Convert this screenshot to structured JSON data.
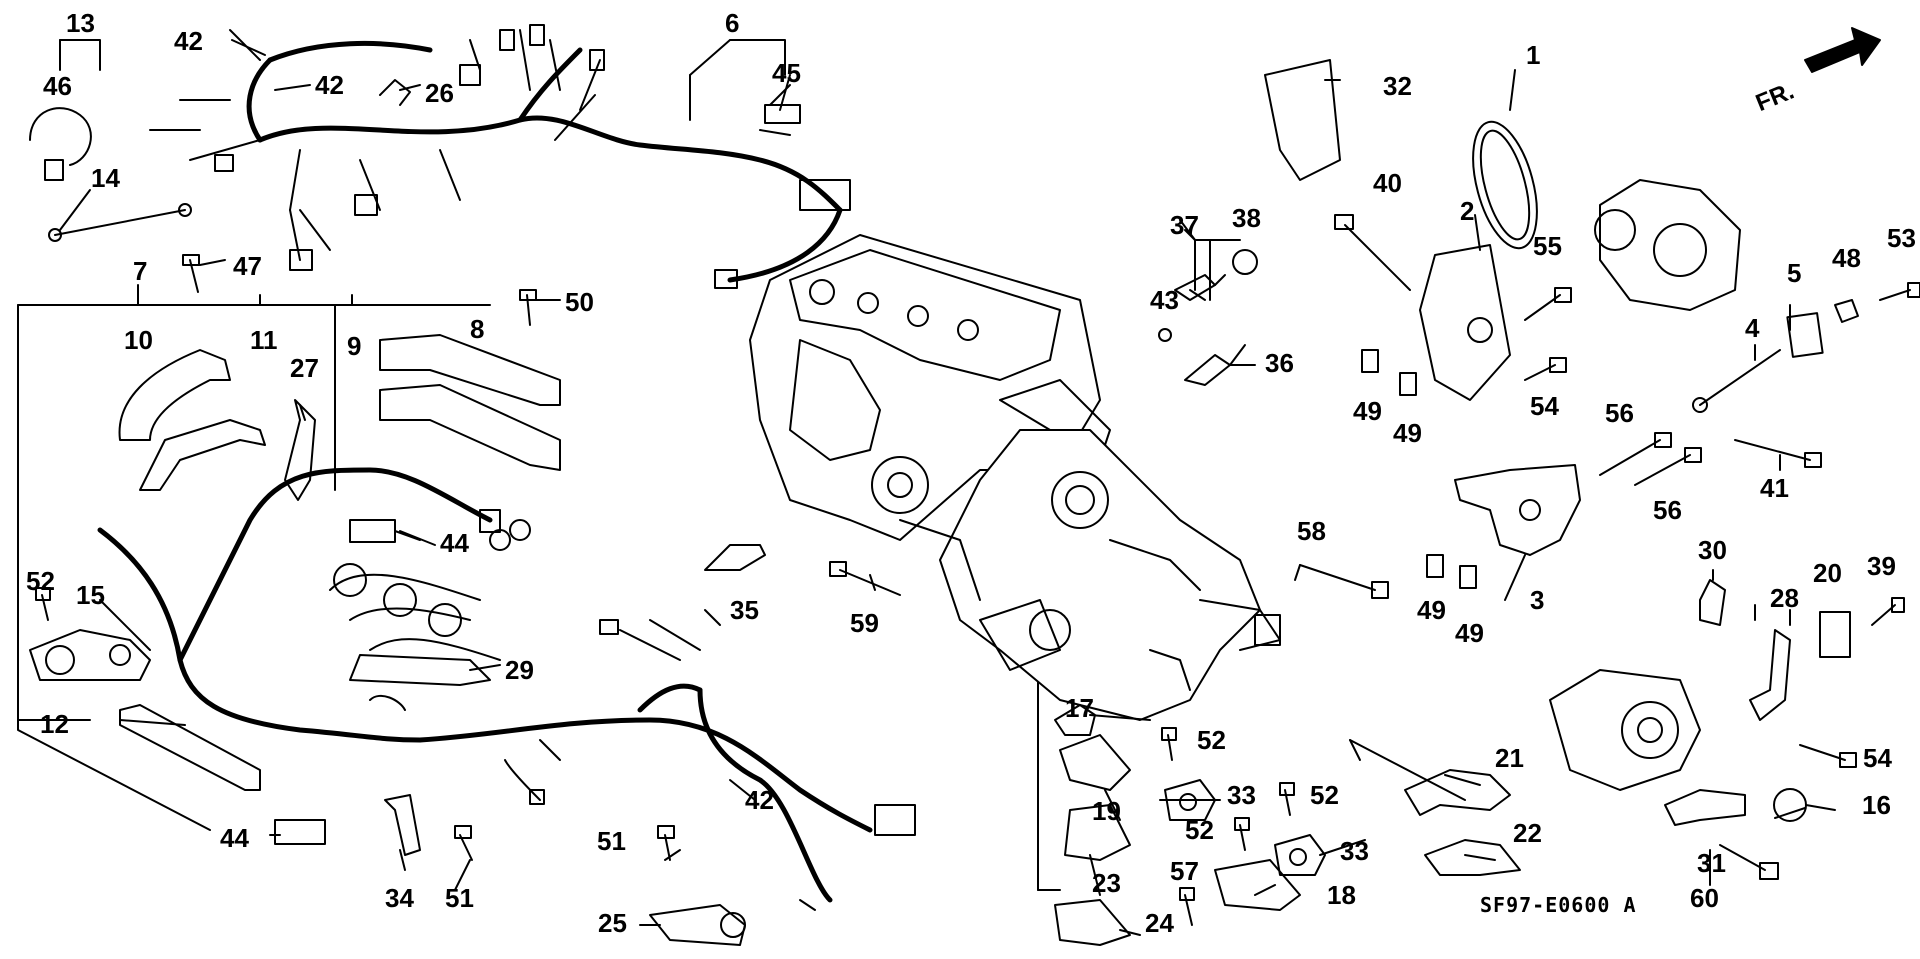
{
  "diagram": {
    "code": "SF97-E0600 A",
    "direction_label": "FR.",
    "parts": [
      {
        "id": "p1",
        "label": "1"
      },
      {
        "id": "p2",
        "label": "2"
      },
      {
        "id": "p3",
        "label": "3"
      },
      {
        "id": "p4",
        "label": "4"
      },
      {
        "id": "p5",
        "label": "5"
      },
      {
        "id": "p6",
        "label": "6"
      },
      {
        "id": "p7",
        "label": "7"
      },
      {
        "id": "p8",
        "label": "8"
      },
      {
        "id": "p9",
        "label": "9"
      },
      {
        "id": "p10",
        "label": "10"
      },
      {
        "id": "p11",
        "label": "11"
      },
      {
        "id": "p12",
        "label": "12"
      },
      {
        "id": "p13",
        "label": "13"
      },
      {
        "id": "p14",
        "label": "14"
      },
      {
        "id": "p15",
        "label": "15"
      },
      {
        "id": "p16",
        "label": "16"
      },
      {
        "id": "p17",
        "label": "17"
      },
      {
        "id": "p18",
        "label": "18"
      },
      {
        "id": "p19",
        "label": "19"
      },
      {
        "id": "p20",
        "label": "20"
      },
      {
        "id": "p21",
        "label": "21"
      },
      {
        "id": "p22",
        "label": "22"
      },
      {
        "id": "p23",
        "label": "23"
      },
      {
        "id": "p24",
        "label": "24"
      },
      {
        "id": "p25",
        "label": "25"
      },
      {
        "id": "p26",
        "label": "26"
      },
      {
        "id": "p27",
        "label": "27"
      },
      {
        "id": "p28",
        "label": "28"
      },
      {
        "id": "p29",
        "label": "29"
      },
      {
        "id": "p30",
        "label": "30"
      },
      {
        "id": "p31",
        "label": "31"
      },
      {
        "id": "p32",
        "label": "32"
      },
      {
        "id": "p33a",
        "label": "33"
      },
      {
        "id": "p33b",
        "label": "33"
      },
      {
        "id": "p34",
        "label": "34"
      },
      {
        "id": "p35",
        "label": "35"
      },
      {
        "id": "p36",
        "label": "36"
      },
      {
        "id": "p37",
        "label": "37"
      },
      {
        "id": "p38",
        "label": "38"
      },
      {
        "id": "p39",
        "label": "39"
      },
      {
        "id": "p40",
        "label": "40"
      },
      {
        "id": "p41",
        "label": "41"
      },
      {
        "id": "p42a",
        "label": "42"
      },
      {
        "id": "p42b",
        "label": "42"
      },
      {
        "id": "p42c",
        "label": "42"
      },
      {
        "id": "p43",
        "label": "43"
      },
      {
        "id": "p44a",
        "label": "44"
      },
      {
        "id": "p44b",
        "label": "44"
      },
      {
        "id": "p45",
        "label": "45"
      },
      {
        "id": "p46",
        "label": "46"
      },
      {
        "id": "p47",
        "label": "47"
      },
      {
        "id": "p48",
        "label": "48"
      },
      {
        "id": "p49a",
        "label": "49"
      },
      {
        "id": "p49b",
        "label": "49"
      },
      {
        "id": "p49c",
        "label": "49"
      },
      {
        "id": "p49d",
        "label": "49"
      },
      {
        "id": "p50",
        "label": "50"
      },
      {
        "id": "p51a",
        "label": "51"
      },
      {
        "id": "p51b",
        "label": "51"
      },
      {
        "id": "p52a",
        "label": "52"
      },
      {
        "id": "p52b",
        "label": "52"
      },
      {
        "id": "p52c",
        "label": "52"
      },
      {
        "id": "p52d",
        "label": "52"
      },
      {
        "id": "p53",
        "label": "53"
      },
      {
        "id": "p54a",
        "label": "54"
      },
      {
        "id": "p54b",
        "label": "54"
      },
      {
        "id": "p55",
        "label": "55"
      },
      {
        "id": "p56a",
        "label": "56"
      },
      {
        "id": "p56b",
        "label": "56"
      },
      {
        "id": "p57",
        "label": "57"
      },
      {
        "id": "p58",
        "label": "58"
      },
      {
        "id": "p59",
        "label": "59"
      },
      {
        "id": "p60",
        "label": "60"
      }
    ]
  }
}
